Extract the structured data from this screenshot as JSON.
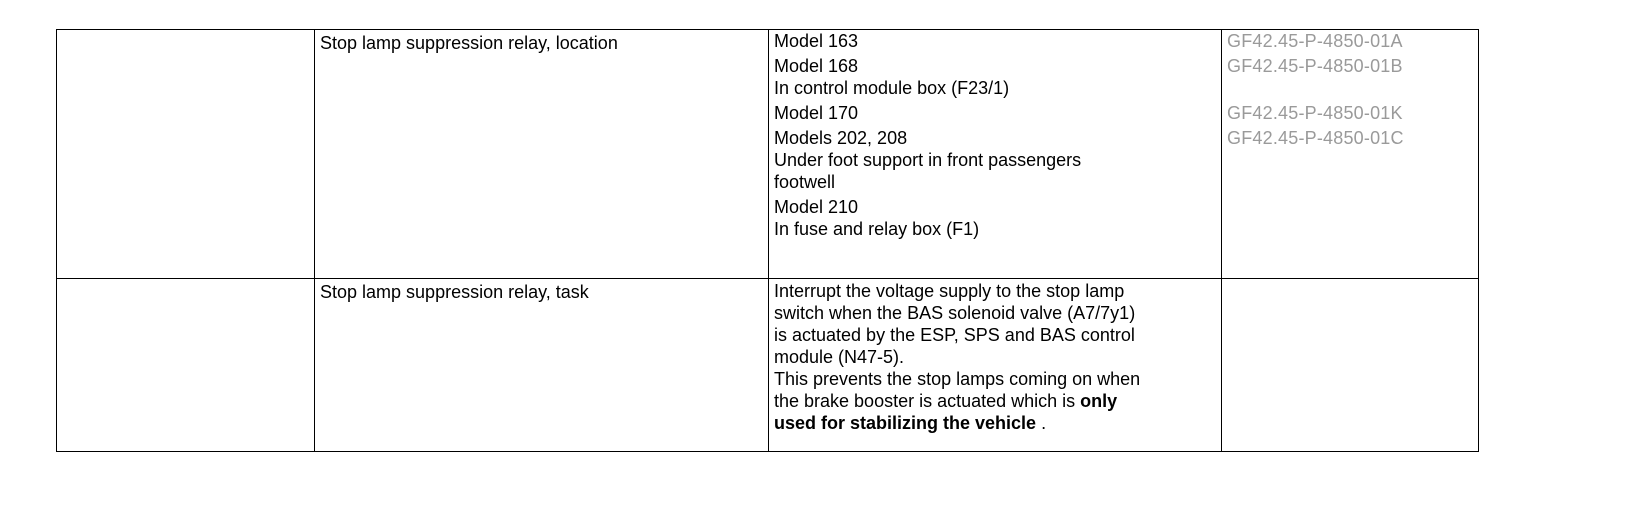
{
  "rows": [
    {
      "col1": "",
      "topic": "Stop lamp suppression relay, location",
      "entries": [
        {
          "lines": [
            "Model 163"
          ],
          "ref": "GF42.45-P-4850-01A"
        },
        {
          "lines": [
            "Model 168",
            "In control module box (F23/1)"
          ],
          "ref": "GF42.45-P-4850-01B"
        },
        {
          "lines": [
            "Model 170"
          ],
          "ref": "GF42.45-P-4850-01K"
        },
        {
          "lines": [
            "Models 202, 208",
            "Under foot support in front passengers",
            "footwell"
          ],
          "ref": "GF42.45-P-4850-01C"
        },
        {
          "lines": [
            "Model 210",
            "In fuse and relay box (F1)"
          ],
          "ref": ""
        }
      ]
    },
    {
      "col1": "",
      "topic": "Stop lamp suppression relay, task",
      "task": {
        "lines": [
          "Interrupt the voltage supply to the stop lamp",
          "switch when the BAS solenoid valve (A7/7y1)",
          "is actuated by the ESP, SPS and BAS control",
          "module (N47-5).",
          "This prevents the stop lamps coming on when"
        ],
        "last_line_start": "the brake booster is actuated which is ",
        "bold_a": "only",
        "bold_b": "used for stabilizing the vehicle",
        "end": " ."
      },
      "col4": ""
    }
  ]
}
